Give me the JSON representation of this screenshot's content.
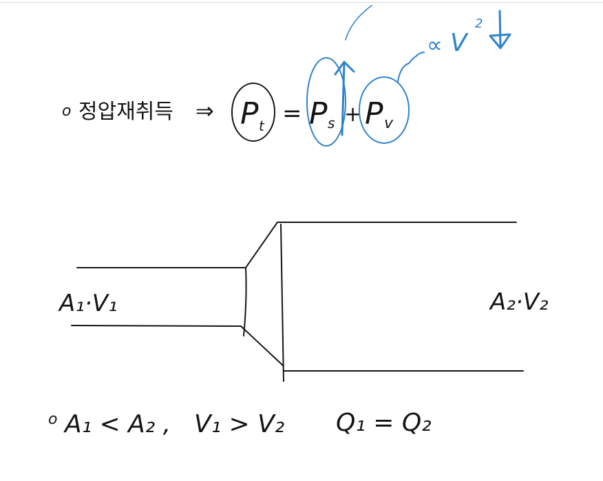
{
  "colors": {
    "ink": "#141414",
    "annotation": "#2e83c9",
    "background": "#ffffff"
  },
  "note1": {
    "bullet": "o",
    "korean": "정압재취득",
    "arrow": "⇒",
    "pt": "P",
    "pt_sub": "t",
    "eq": "=",
    "ps": "P",
    "ps_sub": "s",
    "plus": "+",
    "pv": "P",
    "pv_sub": "v"
  },
  "annotation": {
    "up_arrow_icon": "up-arrow-icon",
    "down_arrow_icon": "down-arrow-icon",
    "proportional": "∝",
    "velocity": "V",
    "exponent": "2"
  },
  "duct": {
    "inlet_label": "A₁·V₁",
    "outlet_label": "A₂·V₂"
  },
  "note2": {
    "bullet": "o",
    "area_relation": "A₁ < A₂ ,",
    "velocity_relation": "V₁ > V₂",
    "flow_relation": "Q₁ = Q₂"
  }
}
